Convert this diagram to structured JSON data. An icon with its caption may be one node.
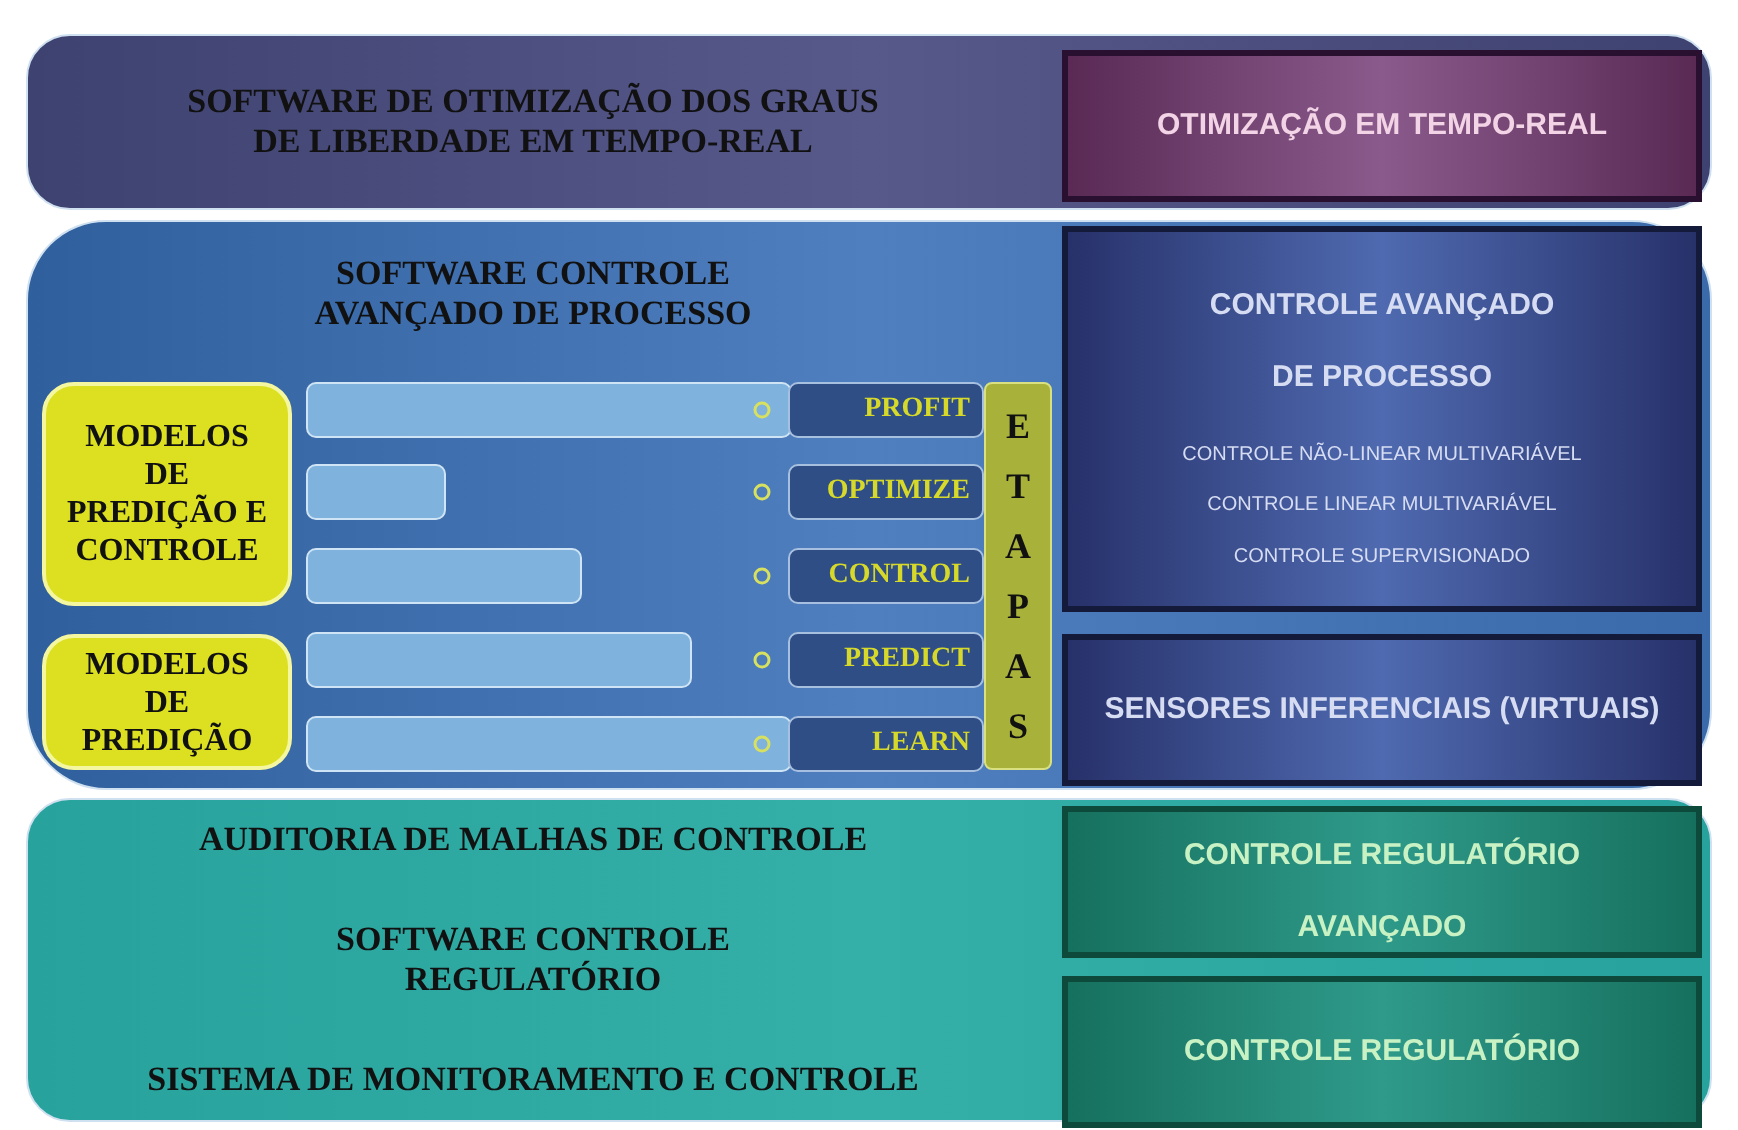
{
  "diagram": {
    "nodes": [
      {
        "text": [
          "SOFTWARE DE OTIMIZAÇÃO DOS GRAUS DE LIBERDADE EM TEMPO-REAL"
        ]
      },
      {
        "text": [
          "OTIMIZAÇÃO EM TEMPO-REAL"
        ],
        "in": 0
      },
      {
        "text": [
          "SOFTWARE CONTROLE AVANÇADO DE PROCESSO"
        ]
      },
      {
        "text": [
          "MODELOS DE PREDIÇÃO E CONTROLE"
        ],
        "in": 2
      },
      {
        "text": [
          "MODELOS DE PREDIÇÃO"
        ],
        "in": 2
      },
      {
        "text": [],
        "shape": "bar",
        "in": 2
      },
      {
        "text": [],
        "shape": "bar",
        "in": 2
      },
      {
        "text": [],
        "shape": "bar",
        "in": 2
      },
      {
        "text": [],
        "shape": "bar",
        "in": 2
      },
      {
        "text": [],
        "shape": "bar",
        "in": 2
      },
      {
        "text": [
          "PROFIT"
        ],
        "in": 2
      },
      {
        "text": [
          "OPTIMIZE"
        ],
        "in": 2
      },
      {
        "text": [
          "CONTROL"
        ],
        "in": 2
      },
      {
        "text": [
          "PREDICT"
        ],
        "in": 2
      },
      {
        "text": [
          "LEARN"
        ],
        "in": 2
      },
      {
        "text": [
          "ETAPAS"
        ],
        "in": 2
      },
      {
        "text": [
          "CONTROLE AVANÇADO DE PROCESSO",
          "CONTROLE NÃO-LINEAR MULTIVARIÁVEL",
          "CONTROLE LINEAR MULTIVARIÁVEL",
          "CONTROLE SUPERVISIONADO"
        ],
        "in": 2
      },
      {
        "text": [
          "SENSORES INFERENCIAIS (VIRTUAIS)"
        ],
        "in": 2
      },
      {
        "text": [
          "AUDITORIA DE MALHAS DE CONTROLE",
          "SOFTWARE CONTROLE REGULATÓRIO",
          "SISTEMA DE MONITORAMENTO E CONTROLE"
        ]
      },
      {
        "text": [
          "CONTROLE REGULATÓRIO AVANÇADO"
        ],
        "in": 18
      },
      {
        "text": [
          "CONTROLE REGULATÓRIO"
        ],
        "in": 18
      }
    ],
    "edges": []
  }
}
